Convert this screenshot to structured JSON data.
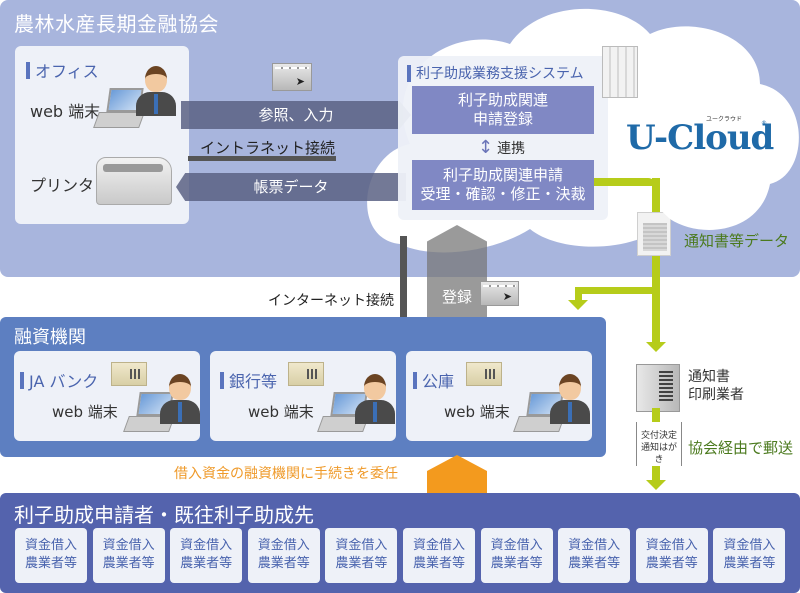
{
  "association": {
    "title": "農林水産長期金融協会",
    "office": {
      "label": "オフィス",
      "web_terminal": "web 端末",
      "printer": "プリンタ"
    },
    "arrows": {
      "reference_input": "参照、入力",
      "intranet": "イントラネット接続",
      "form_data": "帳票データ"
    },
    "system": {
      "label": "利子助成業務支援システム",
      "block1_line1": "利子助成関連",
      "block1_line2": "申請登録",
      "link": "連携",
      "block2_line1": "利子助成関連申請",
      "block2_line2": "受理・確認・修正・決裁"
    },
    "brand": {
      "name": "U-Cloud",
      "kana": "ユークラウド",
      "reg": "®"
    },
    "notice_data": "通知書等データ"
  },
  "internet": {
    "label": "インターネット接続",
    "register": "登録"
  },
  "financial": {
    "title": "融資機関",
    "institutions": [
      {
        "label": "JA バンク",
        "web_terminal": "web 端末"
      },
      {
        "label": "銀行等",
        "web_terminal": "web 端末"
      },
      {
        "label": "公庫",
        "web_terminal": "web 端末"
      }
    ]
  },
  "printer_company": {
    "line1": "通知書",
    "line2": "印刷業者",
    "postcard_line1": "交付決定",
    "postcard_line2": "通知はがき",
    "mail": "協会経由で郵送"
  },
  "delegation": "借入資金の融資機関に手続きを委任",
  "applicants": {
    "title": "利子助成申請者・既往利子助成先",
    "cards": [
      {
        "line1": "資金借入",
        "line2": "農業者等"
      },
      {
        "line1": "資金借入",
        "line2": "農業者等"
      },
      {
        "line1": "資金借入",
        "line2": "農業者等"
      },
      {
        "line1": "資金借入",
        "line2": "農業者等"
      },
      {
        "line1": "資金借入",
        "line2": "農業者等"
      },
      {
        "line1": "資金借入",
        "line2": "農業者等"
      },
      {
        "line1": "資金借入",
        "line2": "農業者等"
      },
      {
        "line1": "資金借入",
        "line2": "農業者等"
      },
      {
        "line1": "資金借入",
        "line2": "農業者等"
      },
      {
        "line1": "資金借入",
        "line2": "農業者等"
      }
    ]
  },
  "colors": {
    "association_bg": "#a8b5dd",
    "financial_bg": "#5d7fc1",
    "applicants_bg": "#5463ad",
    "system_block": "#8088c4",
    "green_flow": "#b6cc1a",
    "orange_flow": "#f39a1e",
    "brand_blue": "#1f6aa8"
  }
}
